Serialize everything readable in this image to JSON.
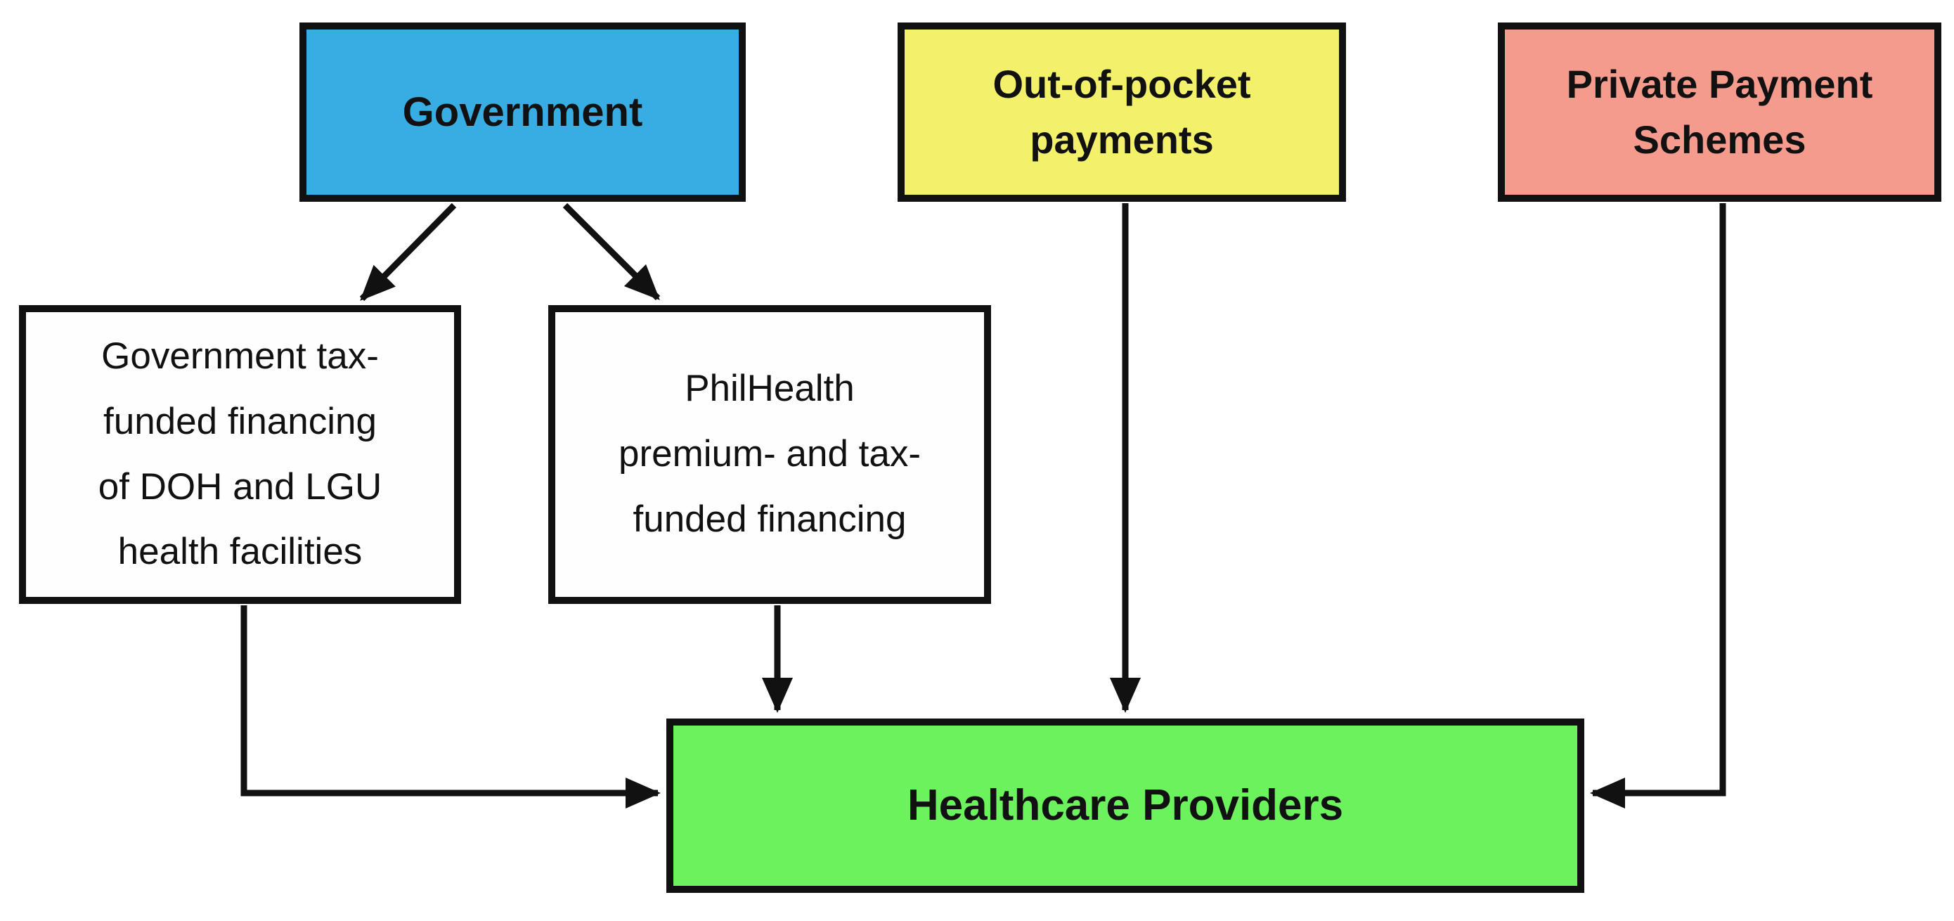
{
  "diagram": {
    "description": "Healthcare financing flow diagram",
    "nodes": {
      "government": {
        "label": "Government",
        "fill": "#38ADE3"
      },
      "oop": {
        "label": "Out-of-pocket\npayments",
        "fill": "#F3F169"
      },
      "private": {
        "label": "Private Payment\nSchemes",
        "fill": "#F59B8E"
      },
      "govtax": {
        "label": "Government tax-\nfunded financing\nof DOH and LGU\nhealth facilities",
        "fill": "#FEFEFE"
      },
      "philhealth": {
        "label": "PhilHealth\npremium- and tax-\nfunded financing",
        "fill": "#FEFEFE"
      },
      "providers": {
        "label": "Healthcare Providers",
        "fill": "#6CF25D"
      }
    },
    "edges": [
      {
        "from": "government",
        "to": "govtax"
      },
      {
        "from": "government",
        "to": "philhealth"
      },
      {
        "from": "govtax",
        "to": "providers"
      },
      {
        "from": "philhealth",
        "to": "providers"
      },
      {
        "from": "oop",
        "to": "providers"
      },
      {
        "from": "private",
        "to": "providers"
      }
    ],
    "colors": {
      "border": "#111111",
      "arrow": "#111111",
      "background": "#FFFFFF"
    }
  }
}
